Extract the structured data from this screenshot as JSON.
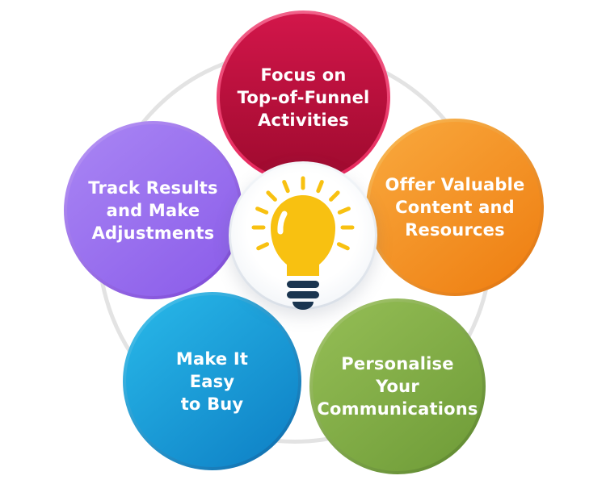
{
  "canvas": {
    "background_color": "#ffffff",
    "text_color": "#ffffff"
  },
  "ring": {
    "color": "#e3e3e3"
  },
  "center": {
    "icon": "lightbulb-icon",
    "bulb_color": "#f8c111",
    "base_color": "#1a3550",
    "highlight_color": "#ffffff",
    "circle_fill": [
      "#ffffff",
      "#e8edf3"
    ]
  },
  "bubbles": [
    {
      "position": "top",
      "label": "Focus on Top-of-Funnel Activities",
      "lines": [
        "Focus on",
        "Top-of-Funnel",
        "Activities"
      ],
      "fill": [
        "#d2164a",
        "#9e0a2e"
      ],
      "rim": [
        "#f1628a",
        "#e7255b"
      ]
    },
    {
      "position": "right",
      "label": "Offer Valuable Content and Resources",
      "lines": [
        "Offer Valuable",
        "Content and",
        "Resources"
      ],
      "fill": [
        "#f9a93e",
        "#ee7d10"
      ],
      "rim": [
        "#fbbd58",
        "#e0700b"
      ]
    },
    {
      "position": "bottom-right",
      "label": "Personalise Your Communications",
      "lines": [
        "Personalise",
        "Your",
        "Communications"
      ],
      "fill": [
        "#95be56",
        "#6e9b37"
      ],
      "rim": [
        "#aacb71",
        "#59842a"
      ]
    },
    {
      "position": "bottom-left",
      "label": "Make It Easy to Buy",
      "lines": [
        "Make It",
        "Easy",
        "to Buy"
      ],
      "fill": [
        "#29b9e9",
        "#0d7ec4"
      ],
      "rim": [
        "#49c9f1",
        "#0a67aa"
      ]
    },
    {
      "position": "left",
      "label": "Track Results and Make Adjustments",
      "lines": [
        "Track Results",
        "and Make",
        "Adjustments"
      ],
      "fill": [
        "#a986f4",
        "#8a5be9"
      ],
      "rim": [
        "#bb9bf7",
        "#7a45d6"
      ]
    }
  ]
}
